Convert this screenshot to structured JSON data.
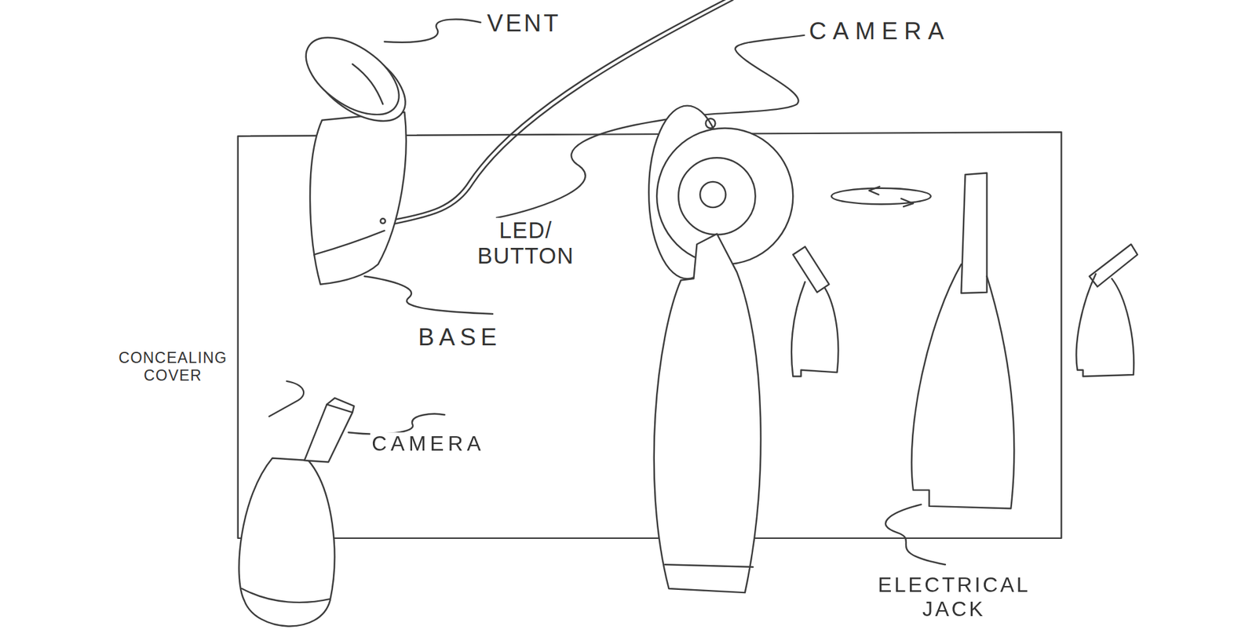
{
  "diagram": {
    "labels": [
      "VENT",
      "CAMERA",
      "LED/ BUTTON",
      "BASE",
      "CONCEALING COVER",
      "CAMERA",
      "ELECTRICAL JACK"
    ]
  }
}
